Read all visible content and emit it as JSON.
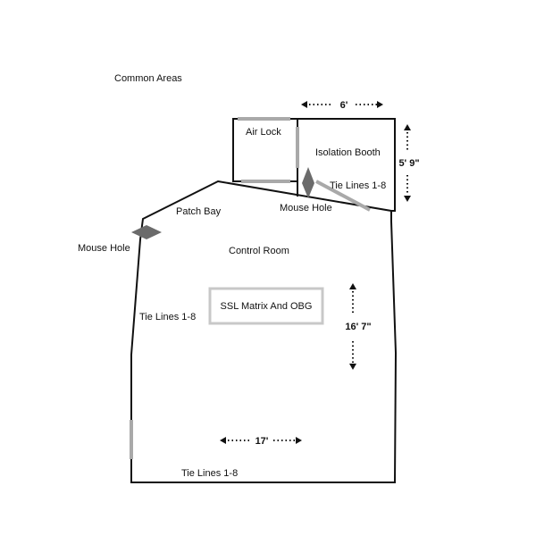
{
  "labels": {
    "common_areas": "Common Areas",
    "air_lock": "Air Lock",
    "isolation_booth": "Isolation Booth",
    "tie_lines_booth": "Tie Lines 1-8",
    "mouse_hole_center": "Mouse Hole",
    "patch_bay": "Patch Bay",
    "mouse_hole_left": "Mouse Hole",
    "control_room": "Control Room",
    "ssl_matrix": "SSL Matrix And OBG",
    "tie_lines_left": "Tie Lines 1-8",
    "tie_lines_bottom": "Tie Lines 1-8"
  },
  "dimensions": {
    "booth_width": "6'",
    "booth_height": "5' 9\"",
    "room_height": "16' 7\"",
    "room_width": "17'"
  },
  "colors": {
    "wall": "#111111",
    "tie_line_wall": "#a9a9a9",
    "mouse_hole": "#6b6b6b",
    "console_box": "#c8c8c8"
  }
}
